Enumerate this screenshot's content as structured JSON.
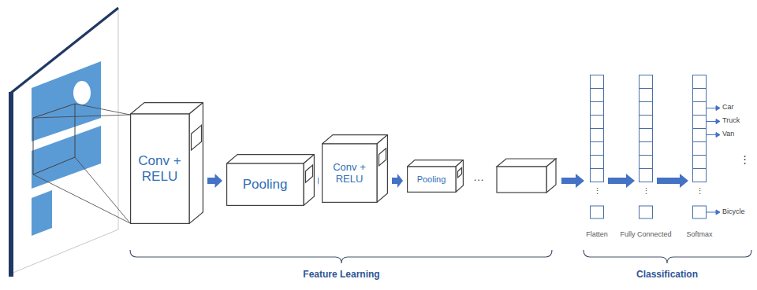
{
  "diagram": {
    "nodes": [
      {
        "text": [
          "Conv + RELU"
        ]
      },
      {
        "text": [
          "Pooling"
        ]
      },
      {
        "text": [
          "Conv + RELU"
        ]
      },
      {
        "text": [
          "Pooling"
        ]
      },
      {
        "text": [
          "Flatten"
        ]
      },
      {
        "text": [
          "Fully Connected"
        ]
      },
      {
        "text": [
          "Softmax"
        ]
      }
    ],
    "edges": [
      {
        "from": 0,
        "to": 1,
        "arrow": "to"
      },
      {
        "from": 1,
        "to": 2,
        "arrow": "to"
      },
      {
        "from": 2,
        "to": 3,
        "arrow": "to"
      },
      {
        "from": 4,
        "to": 5,
        "arrow": "to"
      },
      {
        "from": 5,
        "to": 6,
        "arrow": "to"
      }
    ],
    "labels": [
      "…",
      "⋮",
      "⋮",
      "⋮",
      "Car",
      "Truck",
      "Van",
      "⋮",
      "Bicycle",
      "Feature Learning",
      "Classification"
    ]
  }
}
